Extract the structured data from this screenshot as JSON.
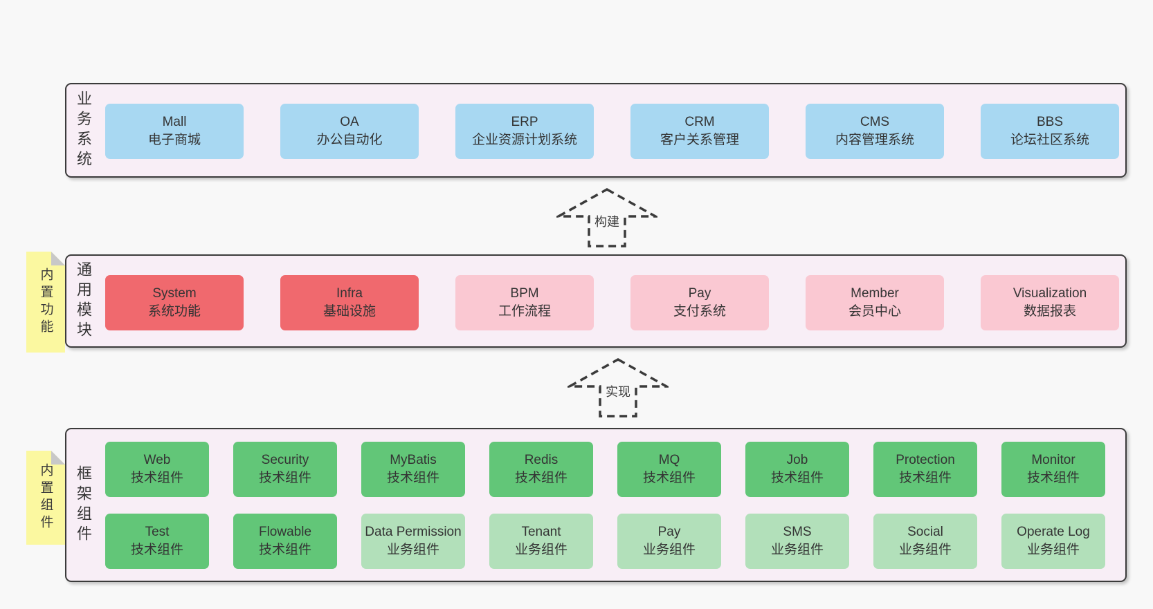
{
  "colors": {
    "page-bg": "#f8f8f8",
    "panel-bg": "#f8eef6",
    "panel-border": "#3b3b3b",
    "box-blue": "#a8d8f2",
    "box-red": "#f0696e",
    "box-pink": "#fac8d2",
    "green-dark": "#62c678",
    "green-light": "#b2e0ba",
    "note-yellow": "#fbf8a0",
    "note-fold": "#c8c8c8",
    "text": "#333333"
  },
  "arrows": {
    "build": "构建",
    "implement": "实现"
  },
  "notes": {
    "middle": "内置功能",
    "bottom": "内置组件"
  },
  "layers": {
    "business": {
      "label": "业务系统",
      "boxes": [
        {
          "name": "Mall",
          "desc": "电子商城",
          "variant": "blue"
        },
        {
          "name": "OA",
          "desc": "办公自动化",
          "variant": "blue"
        },
        {
          "name": "ERP",
          "desc": "企业资源计划系统",
          "variant": "blue"
        },
        {
          "name": "CRM",
          "desc": "客户关系管理",
          "variant": "blue"
        },
        {
          "name": "CMS",
          "desc": "内容管理系统",
          "variant": "blue"
        },
        {
          "name": "BBS",
          "desc": "论坛社区系统",
          "variant": "blue"
        }
      ]
    },
    "modules": {
      "label": "通用模块",
      "boxes": [
        {
          "name": "System",
          "desc": "系统功能",
          "variant": "red"
        },
        {
          "name": "Infra",
          "desc": "基础设施",
          "variant": "red"
        },
        {
          "name": "BPM",
          "desc": "工作流程",
          "variant": "pink"
        },
        {
          "name": "Pay",
          "desc": "支付系统",
          "variant": "pink"
        },
        {
          "name": "Member",
          "desc": "会员中心",
          "variant": "pink"
        },
        {
          "name": "Visualization",
          "desc": "数据报表",
          "variant": "pink"
        }
      ]
    },
    "framework": {
      "label": "框架组件",
      "row1": [
        {
          "name": "Web",
          "desc": "技术组件",
          "variant": "green-dark"
        },
        {
          "name": "Security",
          "desc": "技术组件",
          "variant": "green-dark"
        },
        {
          "name": "MyBatis",
          "desc": "技术组件",
          "variant": "green-dark"
        },
        {
          "name": "Redis",
          "desc": "技术组件",
          "variant": "green-dark"
        },
        {
          "name": "MQ",
          "desc": "技术组件",
          "variant": "green-dark"
        },
        {
          "name": "Job",
          "desc": "技术组件",
          "variant": "green-dark"
        },
        {
          "name": "Protection",
          "desc": "技术组件",
          "variant": "green-dark"
        },
        {
          "name": "Monitor",
          "desc": "技术组件",
          "variant": "green-dark"
        }
      ],
      "row2": [
        {
          "name": "Test",
          "desc": "技术组件",
          "variant": "green-dark"
        },
        {
          "name": "Flowable",
          "desc": "技术组件",
          "variant": "green-dark"
        },
        {
          "name": "Data Permission",
          "desc": "业务组件",
          "variant": "green-light"
        },
        {
          "name": "Tenant",
          "desc": "业务组件",
          "variant": "green-light"
        },
        {
          "name": "Pay",
          "desc": "业务组件",
          "variant": "green-light"
        },
        {
          "name": "SMS",
          "desc": "业务组件",
          "variant": "green-light"
        },
        {
          "name": "Social",
          "desc": "业务组件",
          "variant": "green-light"
        },
        {
          "name": "Operate Log",
          "desc": "业务组件",
          "variant": "green-light"
        }
      ]
    }
  }
}
